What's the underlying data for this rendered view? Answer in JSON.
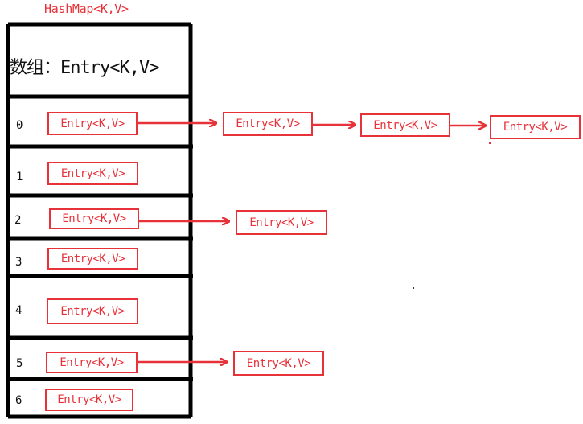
{
  "title": "HashMap<K,V>",
  "array_header": "数组：Entry<K,V>",
  "entry_label": "Entry<K,V>",
  "colors": {
    "accent": "#e8323a",
    "frame": "#000000"
  },
  "buckets": [
    {
      "index": "0",
      "entry": "Entry<K,V>",
      "chain": [
        "Entry<K,V>",
        "Entry<K,V>",
        "Entry<K,V>"
      ]
    },
    {
      "index": "1",
      "entry": "Entry<K,V>",
      "chain": []
    },
    {
      "index": "2",
      "entry": "Entry<K,V>",
      "chain": [
        "Entry<K,V>"
      ]
    },
    {
      "index": "3",
      "entry": "Entry<K,V>",
      "chain": []
    },
    {
      "index": "4",
      "entry": "Entry<K,V>",
      "chain": []
    },
    {
      "index": "5",
      "entry": "Entry<K,V>",
      "chain": [
        "Entry<K,V>"
      ]
    },
    {
      "index": "6",
      "entry": "Entry<K,V>",
      "chain": []
    }
  ]
}
